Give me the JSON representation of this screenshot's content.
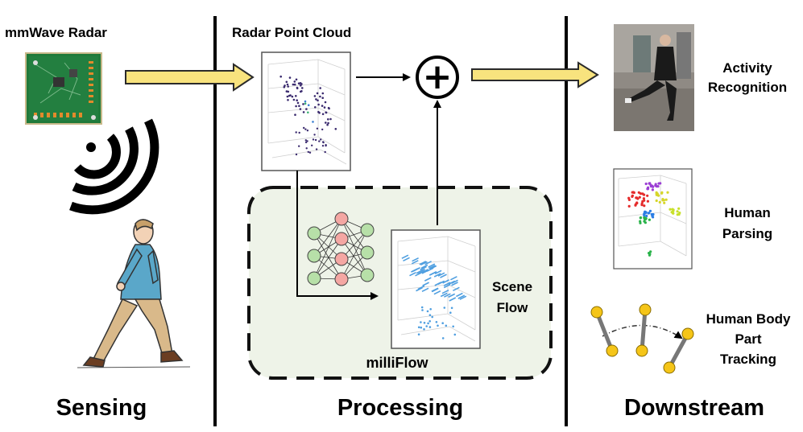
{
  "sections": {
    "sensing": "Sensing",
    "processing": "Processing",
    "downstream": "Downstream"
  },
  "labels": {
    "radar": "mmWave Radar",
    "point_cloud": "Radar Point Cloud",
    "scene_flow_1": "Scene",
    "scene_flow_2": "Flow",
    "milliflow": "milliFlow",
    "activity_1": "Activity",
    "activity_2": "Recognition",
    "parsing_1": "Human",
    "parsing_2": "Parsing",
    "tracking_1": "Human Body",
    "tracking_2": "Part",
    "tracking_3": "Tracking"
  },
  "symbols": {
    "combine": "+"
  },
  "colors": {
    "arrow_fill": "#f8e37e",
    "arrow_stroke": "#2a2a2a",
    "panel_bg": "#eef3e8",
    "pcb_green": "#1f7a3a",
    "neuron_red": "#f4a7a3",
    "neuron_green": "#b7e0a8",
    "flow_blue": "#4f9fe0",
    "marker_yellow": "#f5c518",
    "shirt": "#5aa7c9",
    "pants": "#d9b98a"
  },
  "icons": [
    "radar-board-icon",
    "wifi-signal-icon",
    "walking-person-icon",
    "neural-network-icon",
    "plus-circle-icon",
    "skeleton-tracking-icon"
  ]
}
